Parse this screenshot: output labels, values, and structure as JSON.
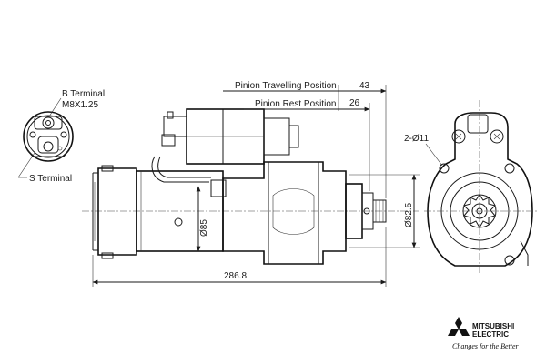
{
  "labels": {
    "b_terminal": "B Terminal",
    "b_terminal_thread": "M8X1.25",
    "s_terminal": "S Terminal",
    "pinion_travelling": "Pinion Travelling Position",
    "pinion_rest": "Pinion Rest Position",
    "mount_holes": "2-Ø11"
  },
  "dimensions": {
    "travel": "43",
    "rest": "26",
    "body_diameter": "Ø85",
    "flange_diameter": "Ø82.5",
    "overall_length": "286.8"
  },
  "brand": {
    "name_line1": "MITSUBISHI",
    "name_line2": "ELECTRIC",
    "tagline": "Changes for the Better",
    "logo_color": "#111111",
    "accent_color": "#e60012"
  }
}
